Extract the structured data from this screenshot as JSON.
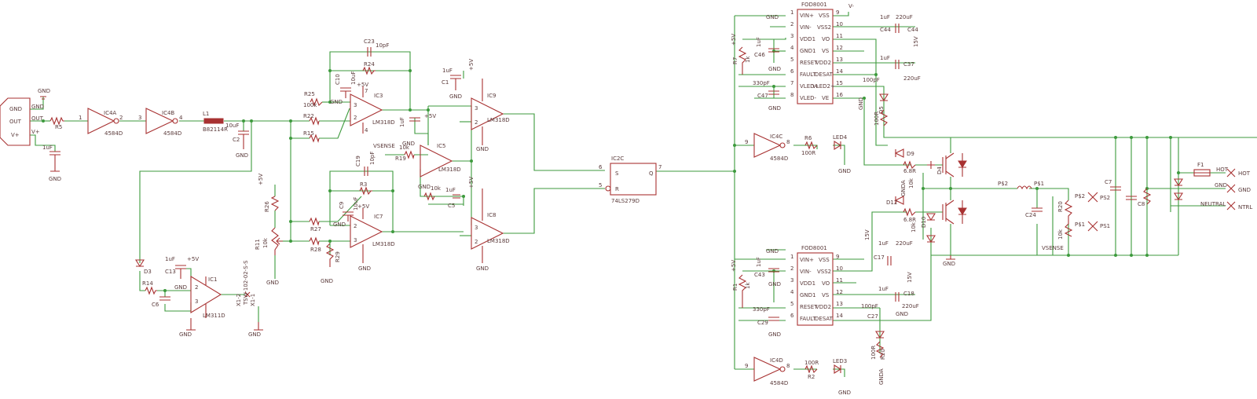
{
  "components": {
    "ic4a": "IC4A",
    "ic4b": "IC4B",
    "ic4c": "IC4C",
    "ic4d": "IC4D",
    "v4584": "4584D",
    "ic3": "IC3",
    "ic5": "IC5",
    "ic7": "IC7",
    "ic8": "IC8",
    "ic9": "IC9",
    "lm318": "LM318D",
    "ic1": "IC1",
    "lm311": "LM311D",
    "ic2c": "IC2C",
    "v74ls": "74LS279D",
    "fod": "FOD8001",
    "l1": "L1",
    "b82": "B82114R",
    "f1": "F1",
    "led4": "LED4",
    "led3": "LED3",
    "r5": "R5",
    "r6": "R6",
    "r7": "R7",
    "r1": "R1",
    "r2": "R2",
    "r3": "R3",
    "r11": "R11",
    "r14": "R14",
    "r15": "R15",
    "r19": "R19",
    "r22": "R22",
    "r24": "R24",
    "r25": "R25",
    "r26": "R26",
    "r27": "R27",
    "r28": "R28",
    "r29": "R29",
    "r20": "R20",
    "c1": "C1",
    "c2": "C2",
    "c5": "C5",
    "c6": "C6",
    "c7": "C7",
    "c8": "C8",
    "c9": "C9",
    "c10": "C10",
    "c13": "C13",
    "c17": "C17",
    "c18": "C18",
    "c19": "C19",
    "c23": "C23",
    "c24": "C24",
    "c27": "C27",
    "c29": "C29",
    "c37": "C37",
    "c43": "C43",
    "c44": "C44",
    "c46": "C46",
    "c47": "C47",
    "d3": "D3",
    "d4": "D4",
    "d5": "D5",
    "d9": "D9",
    "d10": "D10",
    "d11": "D11",
    "d12": "D12",
    "v1uf": "1uF",
    "v10uf": "10uF",
    "v10pf": "10pF",
    "v100pf": "100pF",
    "v330pf": "330pF",
    "v220uf": "220uF",
    "v100r": "100R",
    "v1k": "1k",
    "v10k": "10k",
    "v100k": "100k",
    "v6r8": "6.8R",
    "v15v": "15V",
    "x1": "X1-1",
    "x2": "X1-2",
    "tsw": "TSW-102-02-S-S",
    "ps1": "PS1",
    "ps2": "PS2",
    "p1": "P$1",
    "p2": "P$2"
  },
  "nets": {
    "gnd": "GND",
    "out": "OUT",
    "vplus": "V+",
    "vminus": "V-",
    "p5v": "+5V",
    "vsense": "VSENSE",
    "gnda": "GNDA",
    "hot": "HOT",
    "ntrl": "NTRL",
    "neutral": "NEUTRAL"
  },
  "pins": {
    "vinp": "VIN+",
    "vinm": "VIN-",
    "vdd1": "VDD1",
    "gnd1": "GND1",
    "reset": "RESET",
    "fault": "FAULT",
    "vledp": "VLED+",
    "vledm": "VLED-",
    "vss": "VSS",
    "vss2": "VSS2",
    "vo": "VO",
    "vs": "VS",
    "vdd2": "VDD2",
    "desat": "DESAT",
    "vled2": "VLED2+",
    "ve": "VE",
    "s": "S",
    "r": "R",
    "q": "Q",
    "n1": "1",
    "n2": "2",
    "n3": "3",
    "n4": "4",
    "n5": "5",
    "n6": "6",
    "n7": "7",
    "n8": "8",
    "n9": "9",
    "n10": "10",
    "n11": "11",
    "n12": "12",
    "n13": "13",
    "n14": "14",
    "n15": "15",
    "n16": "16"
  }
}
